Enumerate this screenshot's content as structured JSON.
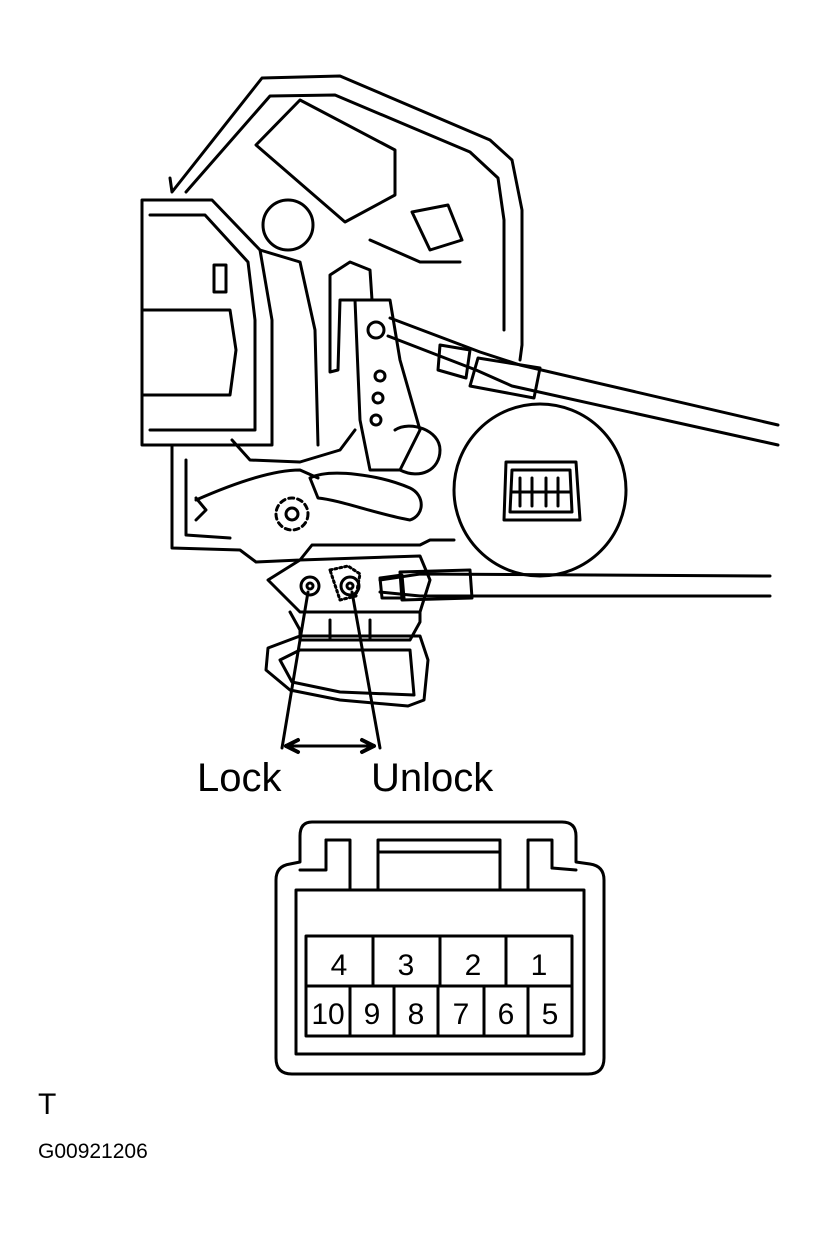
{
  "labels": {
    "lock": "Lock",
    "unlock": "Unlock",
    "view_code": "T",
    "figure_id": "G00921206"
  },
  "connector": {
    "top_row": [
      "4",
      "3",
      "2",
      "1"
    ],
    "bottom_row": [
      "10",
      "9",
      "8",
      "7",
      "6",
      "5"
    ]
  },
  "colors": {
    "line": "#000000",
    "background": "#ffffff"
  }
}
